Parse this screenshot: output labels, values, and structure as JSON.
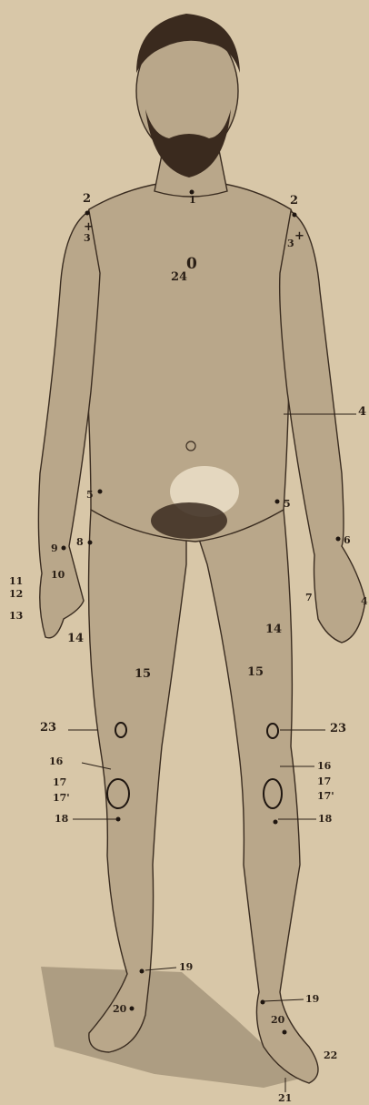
{
  "figure": {
    "background_color": "#d8c7a8",
    "ink_color": "#2a1f16",
    "subject": "standing-male-figure"
  },
  "markers": [
    {
      "id": "neck-1",
      "label": "1"
    },
    {
      "id": "shoulder-left-2",
      "label": "2"
    },
    {
      "id": "shoulder-right-2",
      "label": "2"
    },
    {
      "id": "shoulder-left-3",
      "label": "3"
    },
    {
      "id": "shoulder-right-3",
      "label": "3"
    },
    {
      "id": "chest-24",
      "label": "24"
    },
    {
      "id": "chest-0",
      "label": "0"
    },
    {
      "id": "arm-right-4",
      "label": "4"
    },
    {
      "id": "hip-left-5",
      "label": "5"
    },
    {
      "id": "hip-right-5",
      "label": "5"
    },
    {
      "id": "wrist-right-6",
      "label": "6"
    },
    {
      "id": "hand-right-7",
      "label": "7"
    },
    {
      "id": "hand-right-4",
      "label": "4"
    },
    {
      "id": "groin-8",
      "label": "8"
    },
    {
      "id": "wrist-left-9",
      "label": "9"
    },
    {
      "id": "hand-left-10",
      "label": "10"
    },
    {
      "id": "hand-left-11",
      "label": "11"
    },
    {
      "id": "hand-left-12",
      "label": "12"
    },
    {
      "id": "hand-left-13",
      "label": "13"
    },
    {
      "id": "thigh-left-14",
      "label": "14"
    },
    {
      "id": "thigh-right-14",
      "label": "14"
    },
    {
      "id": "thigh-left-15",
      "label": "15"
    },
    {
      "id": "thigh-right-15",
      "label": "15"
    },
    {
      "id": "knee-left-23",
      "label": "23"
    },
    {
      "id": "knee-right-23",
      "label": "23"
    },
    {
      "id": "knee-left-16",
      "label": "16"
    },
    {
      "id": "knee-right-16",
      "label": "16"
    },
    {
      "id": "knee-left-17",
      "label": "17"
    },
    {
      "id": "knee-right-17",
      "label": "17"
    },
    {
      "id": "knee-left-17b",
      "label": "17'"
    },
    {
      "id": "knee-right-17b",
      "label": "17'"
    },
    {
      "id": "shin-left-18",
      "label": "18"
    },
    {
      "id": "shin-right-18",
      "label": "18"
    },
    {
      "id": "ankle-left-19",
      "label": "19"
    },
    {
      "id": "ankle-right-19",
      "label": "19"
    },
    {
      "id": "foot-left-20",
      "label": "20"
    },
    {
      "id": "foot-right-20",
      "label": "20"
    },
    {
      "id": "foot-right-21",
      "label": "21"
    },
    {
      "id": "toes-right-22",
      "label": "22"
    }
  ]
}
